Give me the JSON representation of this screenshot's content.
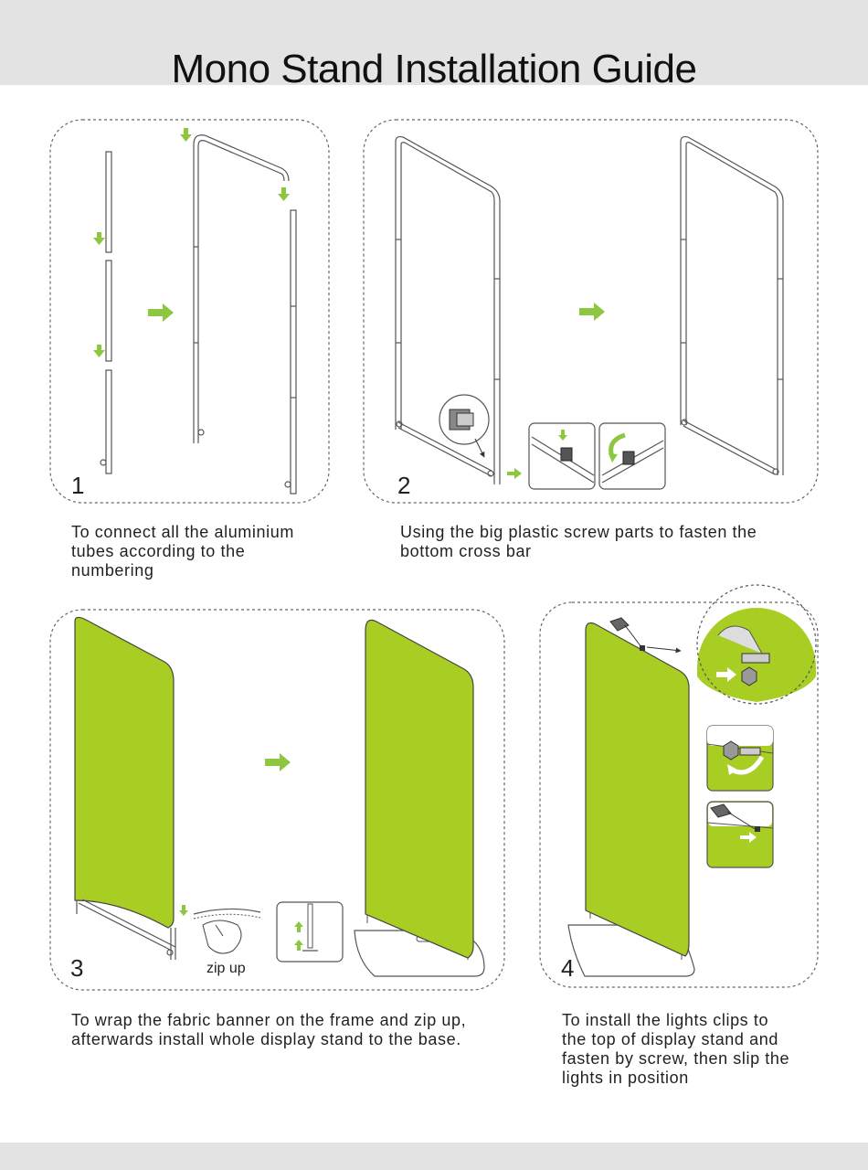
{
  "header": {
    "title": "Mono Stand Installation Guide"
  },
  "steps": [
    {
      "number": "1",
      "caption": [
        "To connect all the aluminium",
        "tubes according to the",
        "numbering"
      ]
    },
    {
      "number": "2",
      "caption": [
        "Using the big plastic screw parts to fasten the",
        "bottom cross bar"
      ]
    },
    {
      "number": "3",
      "caption": [
        "To wrap the fabric banner on the frame and zip up,",
        "afterwards install whole display stand to the base."
      ],
      "detail_label": "zip up"
    },
    {
      "number": "4",
      "caption": [
        "To install the lights clips to",
        "the top of display stand and",
        "fasten by screw, then slip the",
        "lights in position"
      ]
    }
  ],
  "colors": {
    "banner": "#a8cd23",
    "arrow": "#8dc63f",
    "header_bg": "#e3e3e3",
    "line": "#4a4a4a"
  }
}
